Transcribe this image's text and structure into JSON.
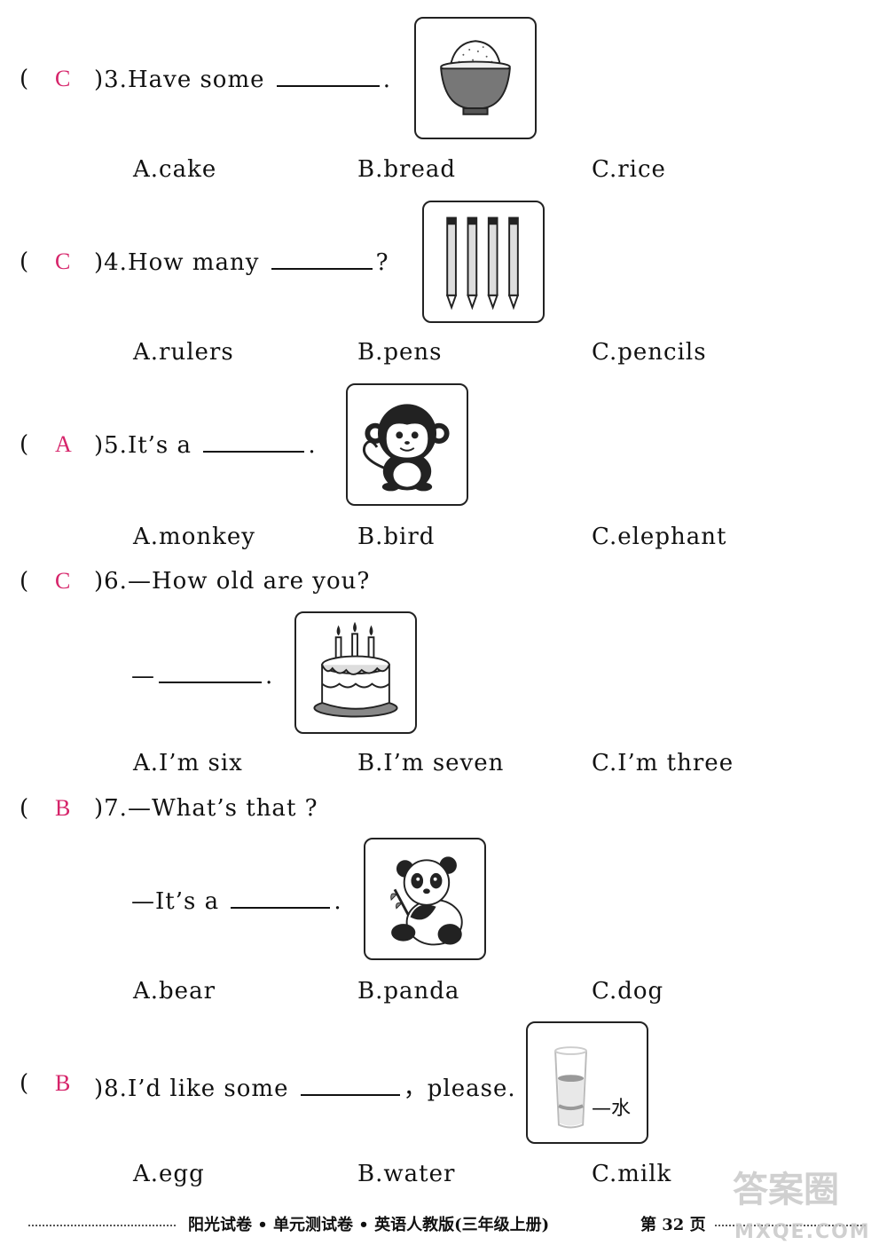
{
  "questions": [
    {
      "answer": "C",
      "number": ")3.",
      "text_before": "Have some",
      "text_after": ".",
      "options": [
        "A.cake",
        "B.bread",
        "C.rice"
      ],
      "image": "rice-bowl"
    },
    {
      "answer": "C",
      "number": ")4.",
      "text_before": "How many",
      "text_after": "?",
      "options": [
        "A.rulers",
        "B.pens",
        "C.pencils"
      ],
      "image": "four-pencils"
    },
    {
      "answer": "A",
      "number": ")5.",
      "text_before": "It’s a",
      "text_after": ".",
      "options": [
        "A.monkey",
        "B.bird",
        "C.elephant"
      ],
      "image": "monkey"
    },
    {
      "answer": "C",
      "number": ")6.",
      "text_before": "—How old are you?",
      "reply_prefix": "—",
      "text_after": ".",
      "options": [
        "A.I’m six",
        "B.I’m seven",
        "C.I’m three"
      ],
      "image": "birthday-cake"
    },
    {
      "answer": "B",
      "number": ")7.",
      "text_before": "—What’s that ?",
      "reply_prefix": "—It’s a",
      "text_after": ".",
      "options": [
        "A.bear",
        "B.panda",
        "C.dog"
      ],
      "image": "panda"
    },
    {
      "answer": "B",
      "number": ")8.",
      "text_before": "I’d like some",
      "text_after": "，please.",
      "options": [
        "A.egg",
        "B.water",
        "C.milk"
      ],
      "image": "glass-of-water",
      "image_label": "—水"
    }
  ],
  "paren_open": "(",
  "footer": {
    "text": "阳光试卷 • 单元测试卷 • 英语人教版(三年级上册)",
    "page": "第 32 页"
  },
  "watermark": {
    "top": "答案圈",
    "bottom": "MXQE.COM"
  }
}
